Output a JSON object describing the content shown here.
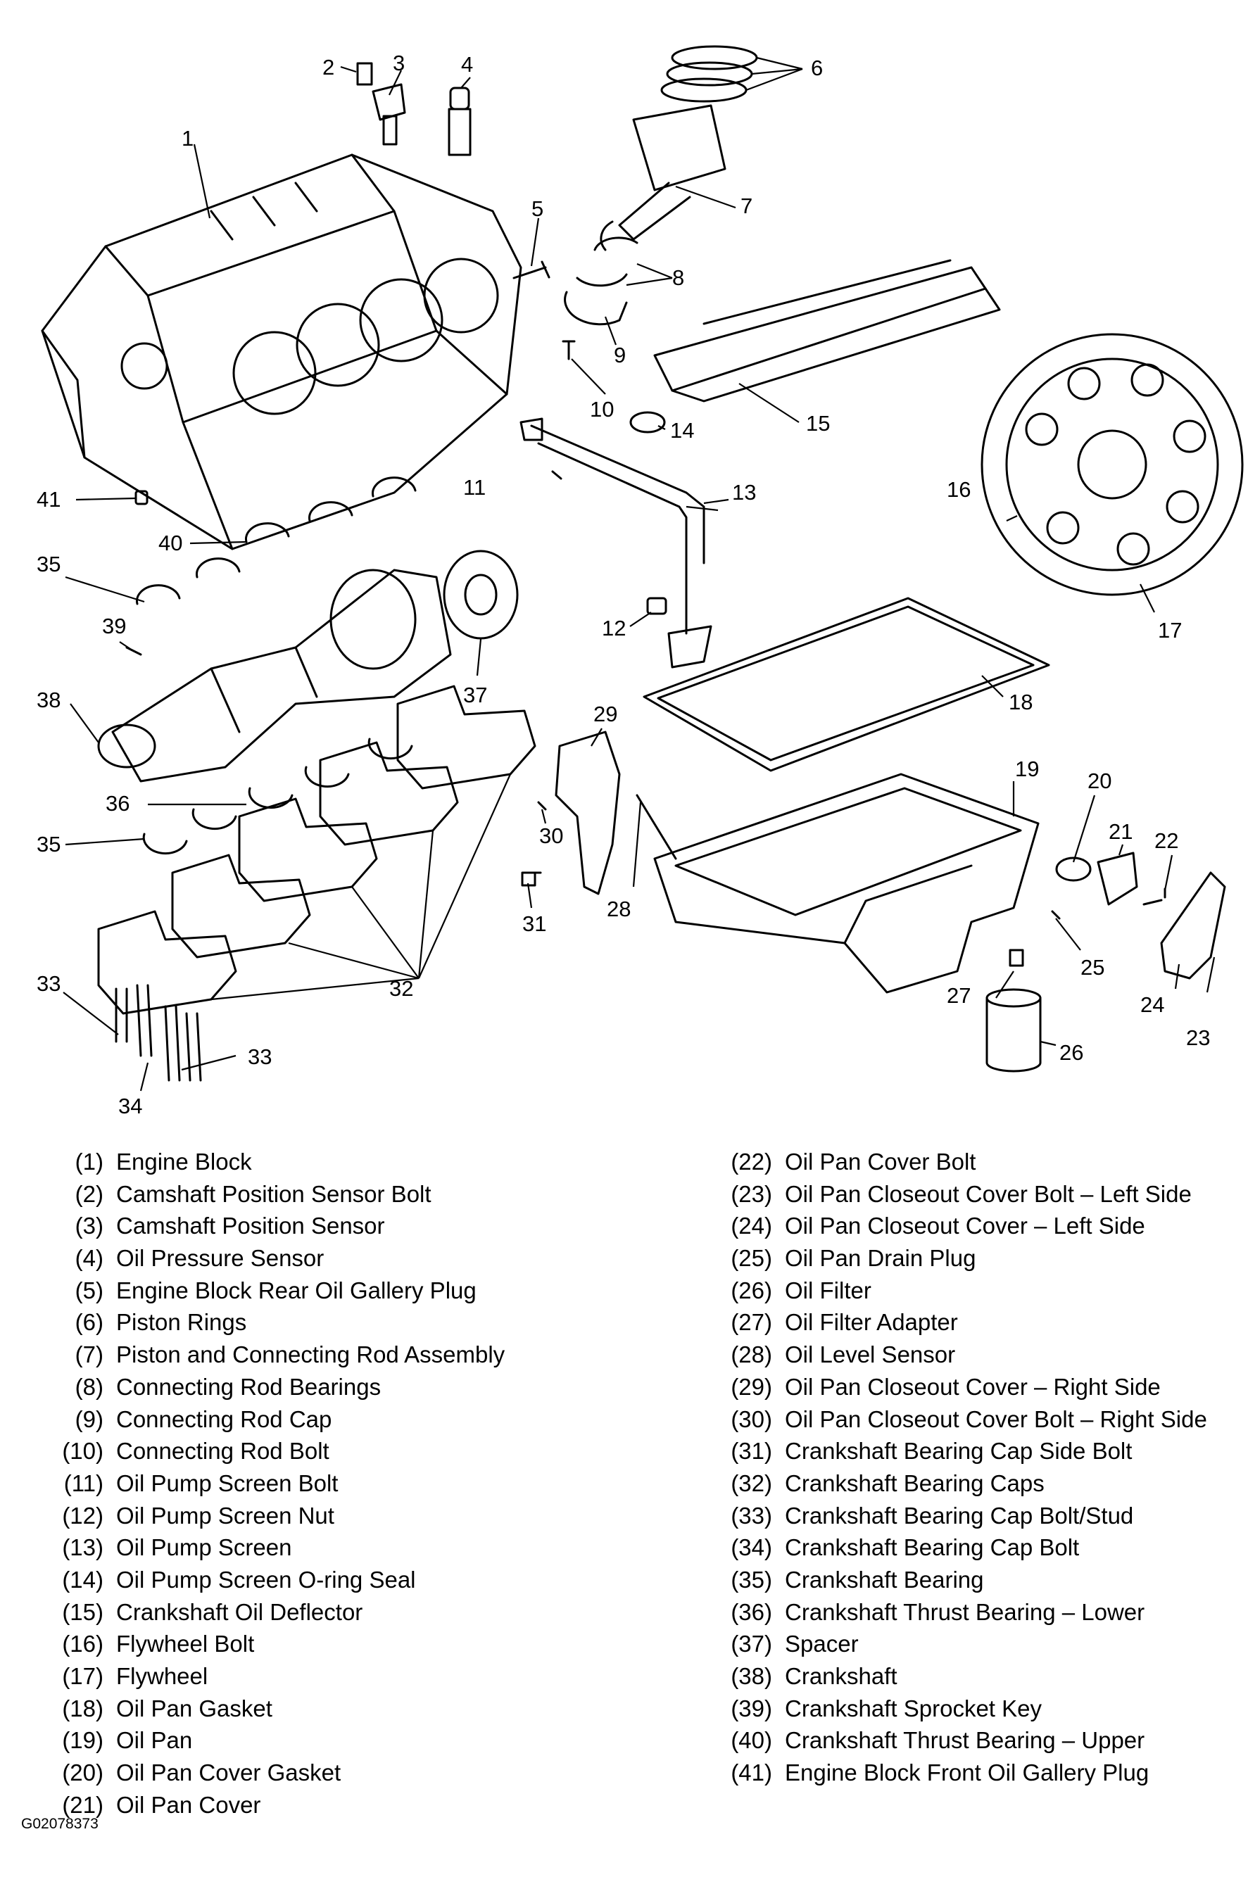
{
  "diagram": {
    "callouts": [
      "1",
      "2",
      "3",
      "4",
      "5",
      "6",
      "7",
      "8",
      "9",
      "10",
      "11",
      "12",
      "13",
      "14",
      "15",
      "16",
      "17",
      "18",
      "19",
      "20",
      "21",
      "22",
      "23",
      "24",
      "25",
      "26",
      "27",
      "28",
      "29",
      "30",
      "31",
      "32",
      "33",
      "33",
      "34",
      "35",
      "35",
      "36",
      "37",
      "38",
      "39",
      "40",
      "41"
    ]
  },
  "legend": {
    "left": [
      {
        "num": "(1)",
        "text": "Engine Block"
      },
      {
        "num": "(2)",
        "text": "Camshaft Position Sensor Bolt"
      },
      {
        "num": "(3)",
        "text": "Camshaft Position Sensor"
      },
      {
        "num": "(4)",
        "text": "Oil Pressure Sensor"
      },
      {
        "num": "(5)",
        "text": "Engine Block Rear Oil Gallery Plug"
      },
      {
        "num": "(6)",
        "text": "Piston Rings"
      },
      {
        "num": "(7)",
        "text": "Piston and Connecting Rod Assembly"
      },
      {
        "num": "(8)",
        "text": "Connecting Rod Bearings"
      },
      {
        "num": "(9)",
        "text": "Connecting Rod Cap"
      },
      {
        "num": "(10)",
        "text": "Connecting Rod Bolt"
      },
      {
        "num": "(11)",
        "text": "Oil Pump Screen Bolt"
      },
      {
        "num": "(12)",
        "text": "Oil Pump Screen Nut"
      },
      {
        "num": "(13)",
        "text": "Oil Pump Screen"
      },
      {
        "num": "(14)",
        "text": "Oil Pump Screen O-ring Seal"
      },
      {
        "num": "(15)",
        "text": "Crankshaft Oil Deflector"
      },
      {
        "num": "(16)",
        "text": "Flywheel Bolt"
      },
      {
        "num": "(17)",
        "text": "Flywheel"
      },
      {
        "num": "(18)",
        "text": "Oil Pan Gasket"
      },
      {
        "num": "(19)",
        "text": "Oil Pan"
      },
      {
        "num": "(20)",
        "text": "Oil Pan Cover Gasket"
      },
      {
        "num": "(21)",
        "text": "Oil Pan Cover"
      }
    ],
    "right": [
      {
        "num": "(22)",
        "text": "Oil Pan Cover Bolt"
      },
      {
        "num": "(23)",
        "text": "Oil Pan Closeout Cover Bolt – Left Side"
      },
      {
        "num": "(24)",
        "text": "Oil Pan Closeout Cover – Left Side"
      },
      {
        "num": "(25)",
        "text": "Oil Pan Drain Plug"
      },
      {
        "num": "(26)",
        "text": "Oil Filter"
      },
      {
        "num": "(27)",
        "text": "Oil Filter Adapter"
      },
      {
        "num": "(28)",
        "text": "Oil Level Sensor"
      },
      {
        "num": "(29)",
        "text": "Oil Pan Closeout Cover – Right Side"
      },
      {
        "num": "(30)",
        "text": "Oil Pan Closeout Cover Bolt – Right Side"
      },
      {
        "num": "(31)",
        "text": "Crankshaft Bearing Cap Side Bolt"
      },
      {
        "num": "(32)",
        "text": "Crankshaft Bearing Caps"
      },
      {
        "num": "(33)",
        "text": "Crankshaft Bearing Cap Bolt/Stud"
      },
      {
        "num": "(34)",
        "text": "Crankshaft Bearing Cap Bolt"
      },
      {
        "num": "(35)",
        "text": "Crankshaft Bearing"
      },
      {
        "num": "(36)",
        "text": "Crankshaft Thrust Bearing – Lower"
      },
      {
        "num": "(37)",
        "text": "Spacer"
      },
      {
        "num": "(38)",
        "text": "Crankshaft"
      },
      {
        "num": "(39)",
        "text": "Crankshaft Sprocket Key"
      },
      {
        "num": "(40)",
        "text": "Crankshaft Thrust Bearing – Upper"
      },
      {
        "num": "(41)",
        "text": "Engine Block Front Oil Gallery Plug"
      }
    ]
  },
  "figure_id": "G02078373"
}
